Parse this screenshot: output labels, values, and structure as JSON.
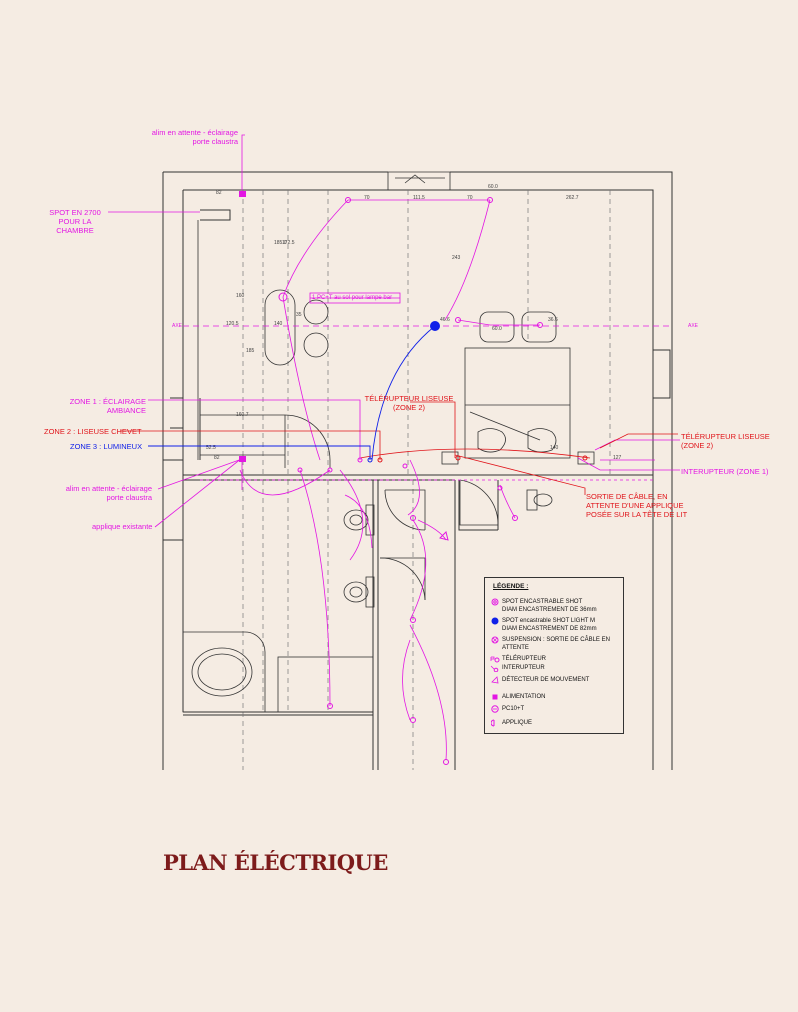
{
  "title": "PLAN ÉLÉCTRIQUE",
  "colors": {
    "background": "#f5ece3",
    "magenta": "#e316e3",
    "red": "#e0141a",
    "blue": "#1020e8",
    "wall": "#333333",
    "title": "#7d1b1b"
  },
  "annotations": {
    "alim_top": "alim en attente - éclairage\nporte claustra",
    "spot_2700": "SPOT EN 2700\nPOUR LA\nCHAMBRE",
    "pc_sol": "1 PC+T au sol pour lampe bar",
    "zone1": "ZONE 1 : ÉCLAIRAGE\nAMBIANCE",
    "zone2": "ZONE 2 : LISEUSE CHEVET",
    "zone3": "ZONE 3 : LUMINEUX",
    "alim_bottom": "alim en attente - éclairage\nporte claustra",
    "applique_existante": "applique existante",
    "teler_left": "TÉLÉRUPTEUR LISEUSE\n(ZONE 2)",
    "teler_right": "TÉLÉRUPTEUR LISEUSE\n(ZONE 2)",
    "interrupteur_zone1": "INTERUPTEUR (ZONE 1)",
    "sortie_cable": "SORTIE DE CÂBLE, EN\nATTENTE D'UNE APPLIQUE\nPOSÉE SUR LA TÊTE DE LIT",
    "axe_left": "AXE",
    "axe_right": "AXE"
  },
  "dimensions": {
    "d82_top": "82",
    "d70a": "70",
    "d111": "111.5",
    "d70b": "70",
    "d262": "262.7",
    "d60": "60.0",
    "d185": "185.0",
    "d172": "172.5",
    "d243": "243",
    "d160": "160",
    "d120": "120.5",
    "d140": "140",
    "d185b": "185",
    "d35": "35",
    "d46": "46.6",
    "d60b": "60.0",
    "d36": "36.6",
    "d160b": "160.7",
    "d82_bot": "82",
    "d52": "52.5",
    "d127": "127",
    "d140b": "140"
  },
  "legend": {
    "heading": "LÉGENDE :",
    "items": [
      {
        "icon": "spot-shot-icon",
        "text": "SPOT ENCASTRABLE SHOT\nDIAM ENCASTREMENT DE 36mm"
      },
      {
        "icon": "spot-shot-light-icon",
        "text": "SPOT encastrable SHOT LIGHT M\nDIAM ENCASTREMENT DE 82mm"
      },
      {
        "icon": "suspension-icon",
        "text": "SUSPENSION : SORTIE DE CÂBLE EN\nATTENTE"
      },
      {
        "icon": "telerupteur-icon",
        "text": "TÉLÉRUPTEUR"
      },
      {
        "icon": "interrupteur-icon",
        "text": "INTERUPTEUR"
      },
      {
        "icon": "motion-detector-icon",
        "text": "DÉTECTEUR DE MOUVEMENT"
      },
      {
        "icon": "alimentation-icon",
        "text": "ALIMENTATION"
      },
      {
        "icon": "pc-icon",
        "text": "PC10+T"
      },
      {
        "icon": "applique-icon",
        "text": "APPLIQUE"
      }
    ]
  }
}
